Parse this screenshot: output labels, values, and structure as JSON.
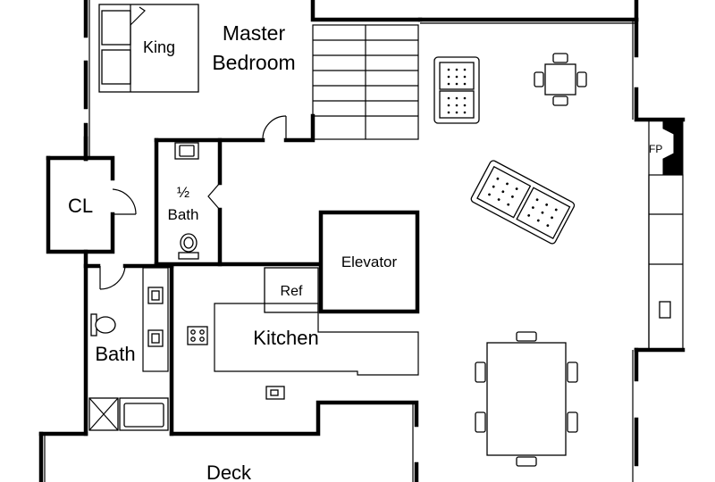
{
  "rooms": {
    "king": "King",
    "master_line1": "Master",
    "master_line2": "Bedroom",
    "closet": "CL",
    "half_bath_line1": "½",
    "half_bath_line2": "Bath",
    "bath": "Bath",
    "kitchen": "Kitchen",
    "ref": "Ref",
    "elevator": "Elevator",
    "fireplace": "FP",
    "deck": "Deck"
  }
}
